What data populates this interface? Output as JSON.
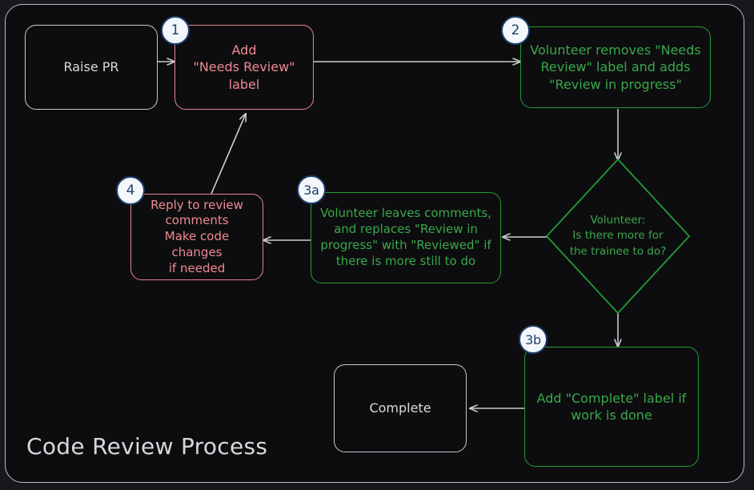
{
  "diagram": {
    "title": "Code Review Process",
    "type": "flowchart",
    "background_color": "#0d0d0f",
    "page_background_color": "#16181d",
    "frame_border_color": "#b9bcc2",
    "colors": {
      "neutral": "#c8cace",
      "red": "#ef8a92",
      "green": "#3aa84b",
      "badge_fill": "#f3f7fc",
      "badge_border": "#1d3f6e",
      "badge_text": "#1f3f6b",
      "arrow": "#c9cbce"
    },
    "nodes": [
      {
        "id": "raise-pr",
        "label": "Raise PR",
        "shape": "rounded-rect",
        "style": "plain",
        "badge": null
      },
      {
        "id": "add-needs-review",
        "label": "Add\n\"Needs Review\"\nlabel",
        "shape": "rounded-rect",
        "style": "red",
        "badge": "1"
      },
      {
        "id": "volunteer-removes",
        "label": "Volunteer removes \"Needs\nReview\" label and adds\n\"Review in progress\"",
        "shape": "rounded-rect",
        "style": "green",
        "badge": "2"
      },
      {
        "id": "volunteer-decision",
        "label": "Volunteer:\nIs there more for\nthe trainee to do?",
        "shape": "diamond",
        "style": "green",
        "badge": null
      },
      {
        "id": "volunteer-leaves-comments",
        "label": "Volunteer leaves comments,\nand replaces \"Review in\nprogress\" with \"Reviewed\" if\nthere is more still to do",
        "shape": "rounded-rect",
        "style": "green",
        "badge": "3a"
      },
      {
        "id": "reply-to-review",
        "label": "Reply to review\ncomments\nMake code changes\nif needed",
        "shape": "rounded-rect",
        "style": "red",
        "badge": "4"
      },
      {
        "id": "add-complete-label",
        "label": "Add \"Complete\" label if\nwork is done",
        "shape": "rounded-rect",
        "style": "green",
        "badge": "3b"
      },
      {
        "id": "complete",
        "label": "Complete",
        "shape": "rounded-rect",
        "style": "plain",
        "badge": null
      }
    ],
    "edges": [
      {
        "from": "raise-pr",
        "to": "add-needs-review",
        "label": ""
      },
      {
        "from": "add-needs-review",
        "to": "volunteer-removes",
        "label": ""
      },
      {
        "from": "volunteer-removes",
        "to": "volunteer-decision",
        "label": ""
      },
      {
        "from": "volunteer-decision",
        "to": "volunteer-leaves-comments",
        "label": ""
      },
      {
        "from": "volunteer-leaves-comments",
        "to": "reply-to-review",
        "label": ""
      },
      {
        "from": "reply-to-review",
        "to": "add-needs-review",
        "label": ""
      },
      {
        "from": "volunteer-decision",
        "to": "add-complete-label",
        "label": ""
      },
      {
        "from": "add-complete-label",
        "to": "complete",
        "label": ""
      }
    ]
  }
}
